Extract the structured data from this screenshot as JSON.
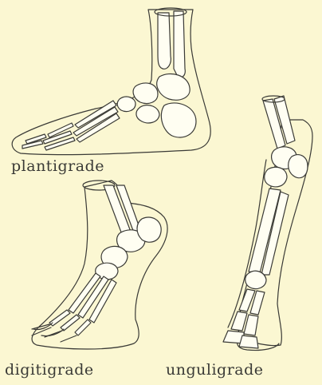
{
  "figure": {
    "labels": {
      "plantigrade": "plantigrade",
      "digitigrade": "digitigrade",
      "unguligrade": "unguligrade"
    },
    "colors": {
      "background": "#fbf7d2",
      "ink": "#3a3a36",
      "bone_fill": "#fffef2"
    }
  }
}
